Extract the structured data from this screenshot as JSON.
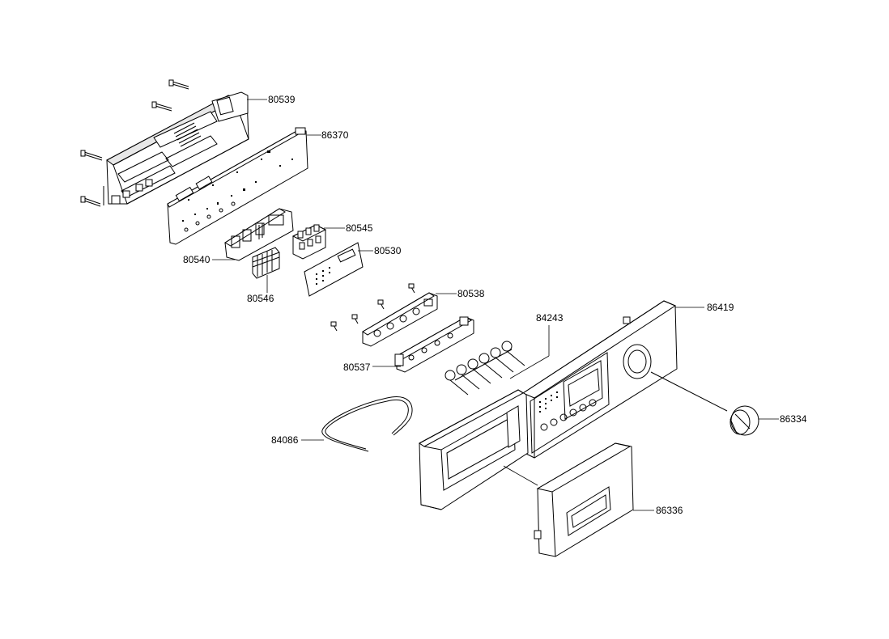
{
  "diagram": {
    "parts": [
      {
        "id": "80539",
        "label": "80539"
      },
      {
        "id": "86370",
        "label": "86370"
      },
      {
        "id": "80545",
        "label": "80545"
      },
      {
        "id": "80530",
        "label": "80530"
      },
      {
        "id": "80540",
        "label": "80540"
      },
      {
        "id": "80546",
        "label": "80546"
      },
      {
        "id": "80538",
        "label": "80538"
      },
      {
        "id": "86419",
        "label": "86419"
      },
      {
        "id": "84243",
        "label": "84243"
      },
      {
        "id": "80537",
        "label": "80537"
      },
      {
        "id": "86334",
        "label": "86334"
      },
      {
        "id": "84086",
        "label": "84086"
      },
      {
        "id": "86336",
        "label": "86336"
      }
    ]
  }
}
